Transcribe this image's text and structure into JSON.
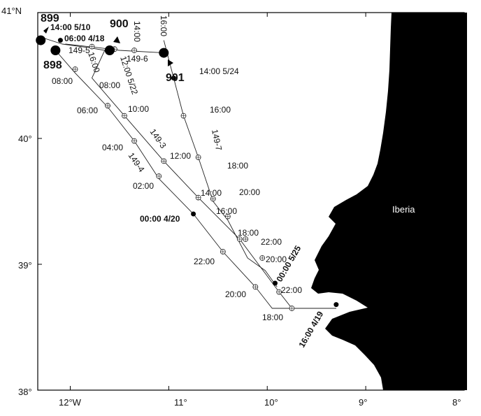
{
  "axes": {
    "y_ticks": [
      "41°N",
      "40°",
      "39°",
      "38°"
    ],
    "x_ticks": [
      "12°W",
      "11°",
      "10°",
      "9°",
      "8°"
    ]
  },
  "land_label": "Iberia",
  "sites": [
    {
      "id": "899",
      "lon": -12.3,
      "lat": 40.78
    },
    {
      "id": "900",
      "lon": -11.6,
      "lat": 40.7
    },
    {
      "id": "898",
      "lon": -12.15,
      "lat": 40.7
    },
    {
      "id": "901",
      "lon": -11.05,
      "lat": 40.68
    }
  ],
  "tracks": [
    {
      "name": "149-5",
      "points": [
        [
          -12.15,
          40.7
        ],
        [
          -11.95,
          40.52
        ],
        [
          -11.62,
          40.25
        ],
        [
          -11.35,
          39.98
        ],
        [
          -11.1,
          39.68
        ],
        [
          -10.75,
          39.4
        ],
        [
          -10.45,
          39.1
        ],
        [
          -10.12,
          38.82
        ],
        [
          -9.95,
          38.65
        ],
        [
          -9.3,
          38.65
        ]
      ]
    },
    {
      "name": "149-3",
      "points": [
        [
          -12.28,
          40.8
        ],
        [
          -12.08,
          40.75
        ],
        [
          -11.8,
          40.72
        ],
        [
          -11.65,
          40.7
        ],
        [
          -11.78,
          40.48
        ],
        [
          -11.45,
          40.18
        ],
        [
          -11.05,
          39.82
        ],
        [
          -10.7,
          39.53
        ],
        [
          -10.28,
          39.2
        ],
        [
          -9.88,
          38.78
        ],
        [
          -9.75,
          38.65
        ],
        [
          -9.3,
          38.65
        ]
      ]
    },
    {
      "name": "149-6",
      "points": [
        [
          -12.05,
          40.75
        ],
        [
          -11.7,
          40.72
        ],
        [
          -11.5,
          40.7
        ],
        [
          -11.05,
          40.68
        ]
      ]
    },
    {
      "name": "149-7",
      "points": [
        [
          -11.05,
          40.78
        ],
        [
          -10.95,
          40.48
        ],
        [
          -10.85,
          40.18
        ],
        [
          -10.7,
          39.85
        ],
        [
          -10.55,
          39.5
        ],
        [
          -10.4,
          39.35
        ],
        [
          -10.2,
          39.05
        ],
        [
          -10.02,
          38.95
        ],
        [
          -9.9,
          38.82
        ]
      ]
    }
  ],
  "track_labels": [
    "149-5",
    "149-6",
    "149-3",
    "149-4",
    "149-7"
  ],
  "time_labels": [
    "14:00 5/10",
    "06:00 4/18",
    "16:00",
    "12:00 5/22",
    "14:00",
    "16:00",
    "14:00 5/24",
    "08:00",
    "08:00",
    "16:00",
    "06:00",
    "10:00",
    "04:00",
    "12:00",
    "02:00",
    "18:00",
    "14:00",
    "20:00",
    "16:00",
    "00:00 4/20",
    "18:00",
    "22:00",
    "22:00",
    "20:00",
    "00:00 5/25",
    "22:00",
    "20:00",
    "18:00",
    "16:00 4/19"
  ],
  "markers": [
    {
      "lon": -12.1,
      "lat": 40.78
    },
    {
      "lon": -10.95,
      "lat": 40.48
    },
    {
      "lon": -10.75,
      "lat": 39.4
    },
    {
      "lon": -9.92,
      "lat": 38.85
    },
    {
      "lon": -9.3,
      "lat": 38.68
    }
  ],
  "waypoints": [
    [
      -11.78,
      40.73
    ],
    [
      -11.55,
      40.71
    ],
    [
      -11.35,
      40.7
    ],
    [
      -11.95,
      40.55
    ],
    [
      -11.62,
      40.26
    ],
    [
      -11.35,
      39.98
    ],
    [
      -11.1,
      39.7
    ],
    [
      -10.45,
      39.1
    ],
    [
      -10.12,
      38.82
    ],
    [
      -9.75,
      38.65
    ],
    [
      -11.45,
      40.18
    ],
    [
      -11.05,
      39.82
    ],
    [
      -10.7,
      39.53
    ],
    [
      -10.28,
      39.2
    ],
    [
      -10.05,
      39.05
    ],
    [
      -9.88,
      38.78
    ],
    [
      -10.85,
      40.18
    ],
    [
      -10.7,
      39.85
    ],
    [
      -10.55,
      39.52
    ],
    [
      -10.4,
      39.38
    ],
    [
      -10.22,
      39.2
    ]
  ]
}
